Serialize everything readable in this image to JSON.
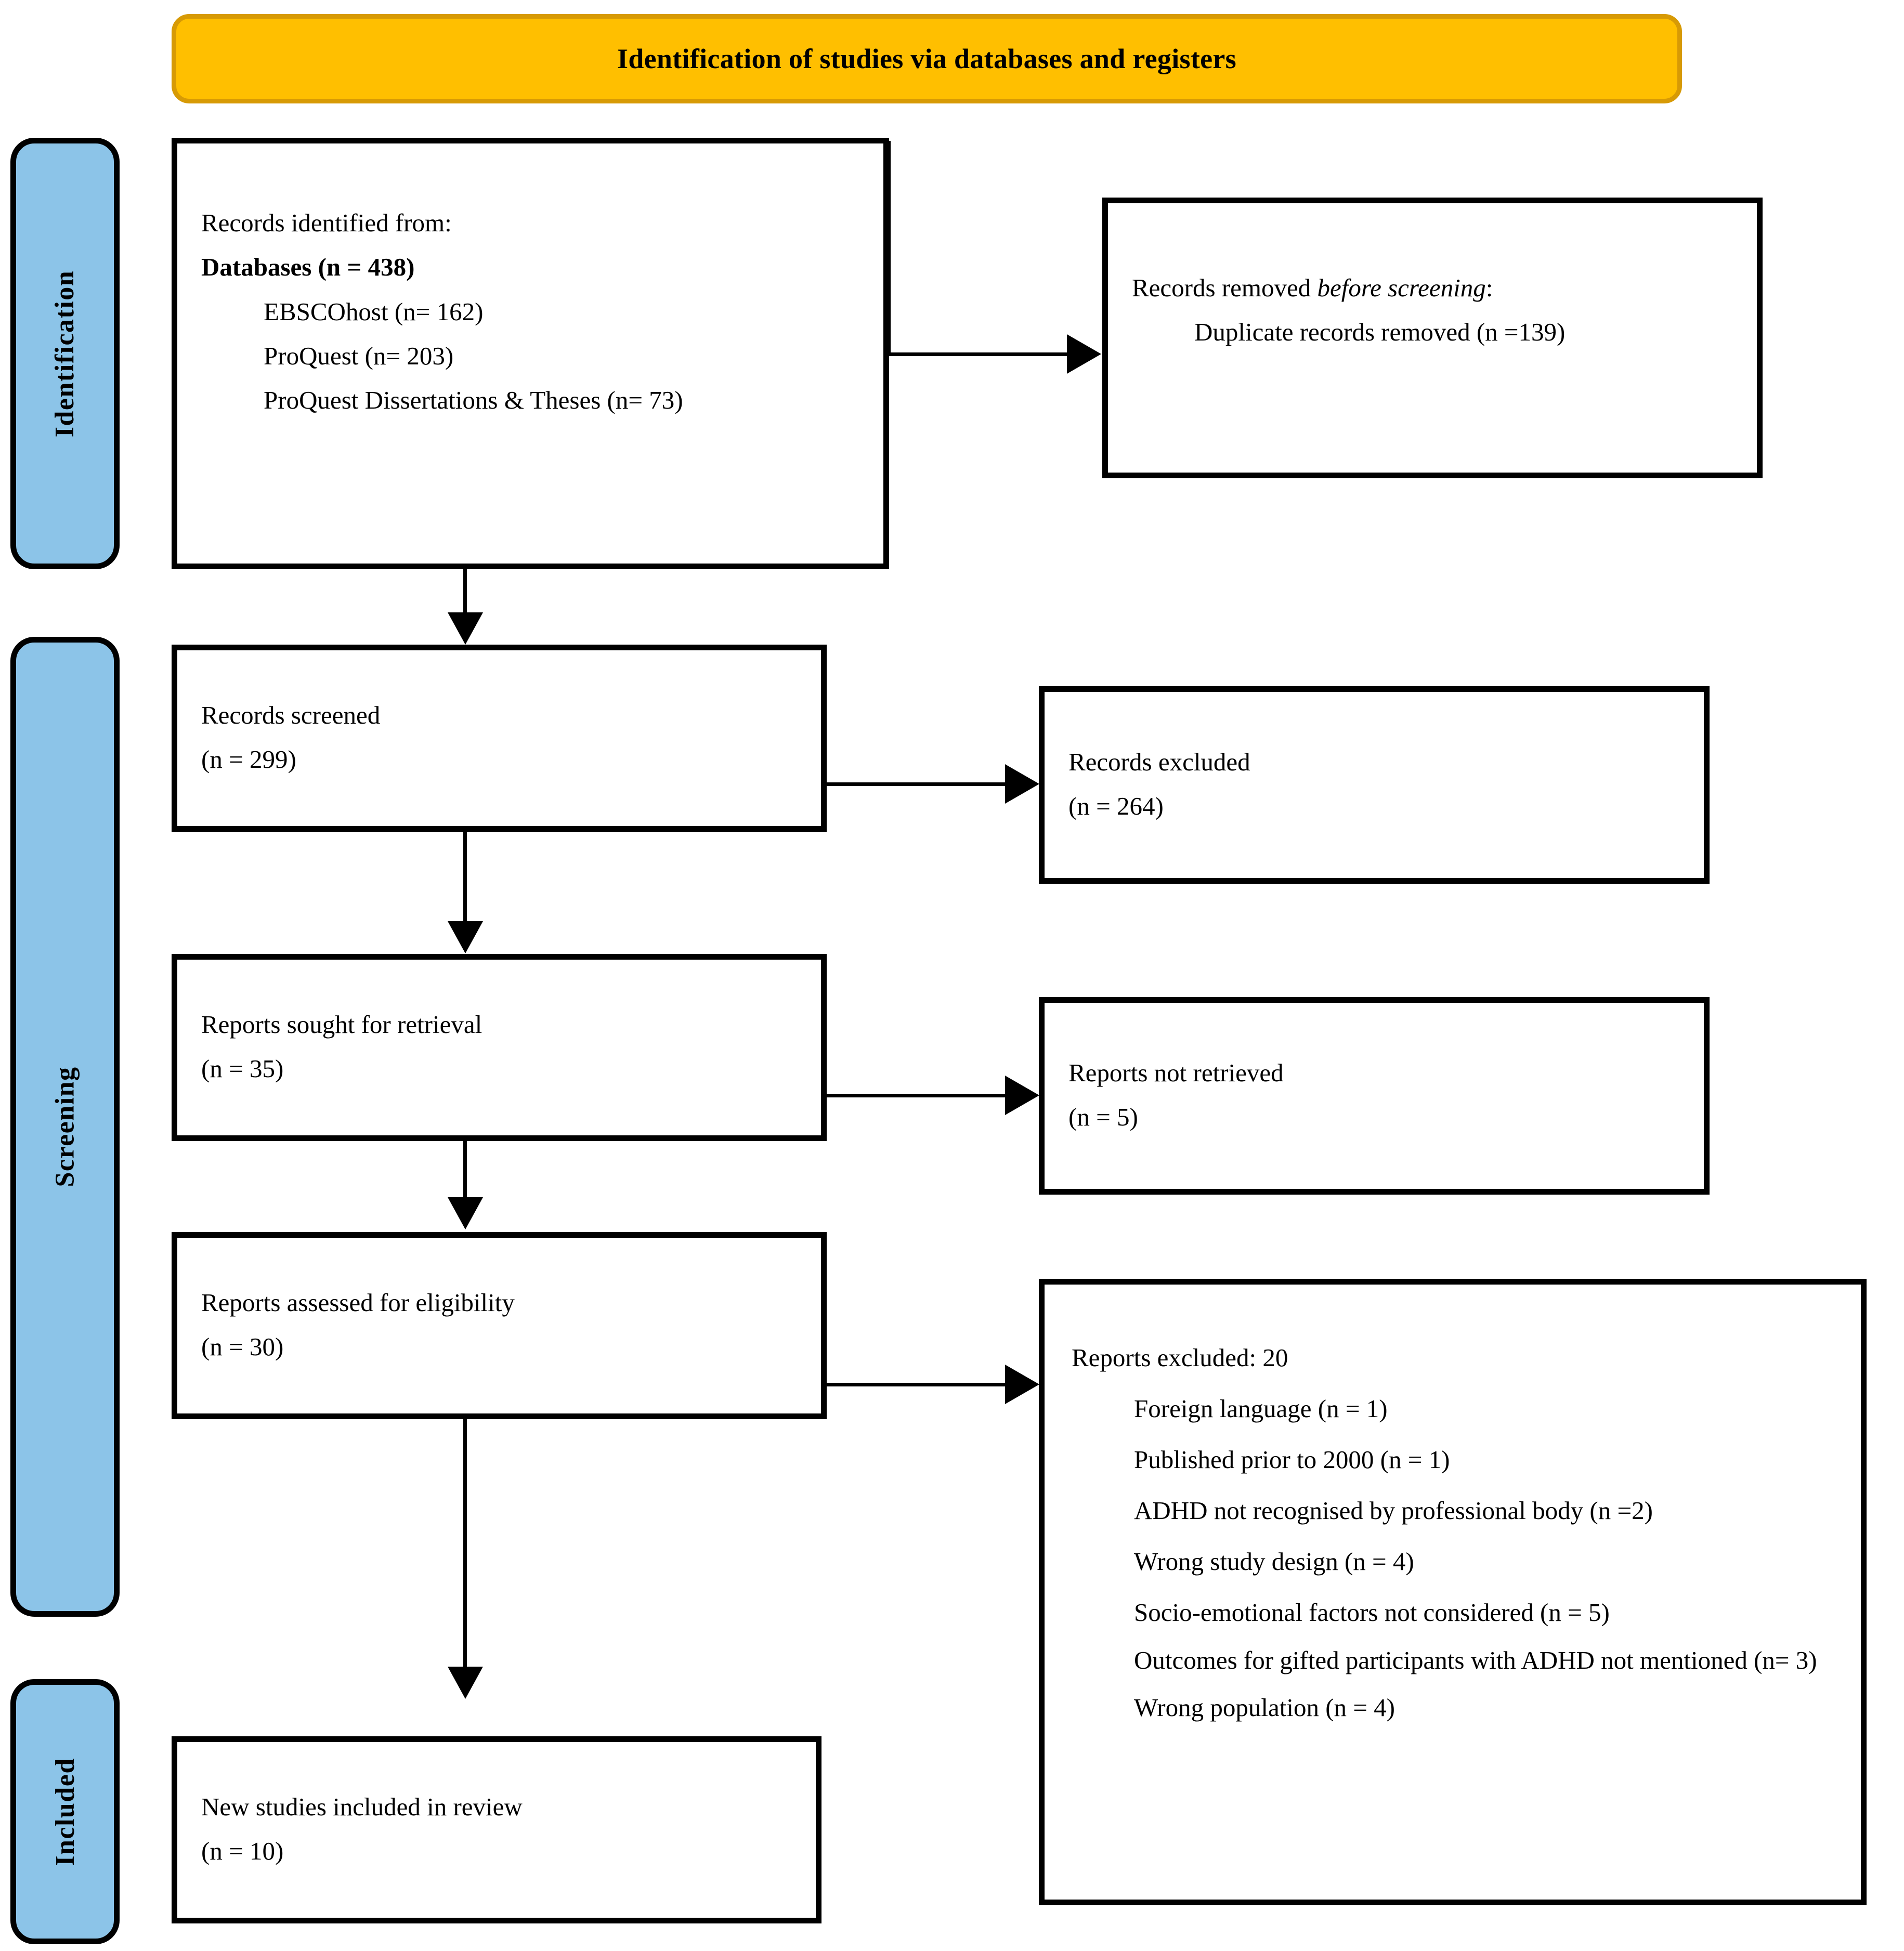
{
  "header": {
    "title": "Identification of studies via databases and registers",
    "fill_color": "#FFBF00",
    "border_color": "#D79A05"
  },
  "stages": {
    "fill_color": "#8CC4E8",
    "items": [
      {
        "label": "Identification"
      },
      {
        "label": "Screening"
      },
      {
        "label": "Included"
      }
    ]
  },
  "boxes": {
    "identified": {
      "lines": [
        "Records identified from:",
        "Databases (n = 438)",
        "EBSCOhost (n= 162)",
        "ProQuest (n= 203)",
        "ProQuest Dissertations & Theses (n= 73)"
      ]
    },
    "removed": {
      "title_prefix": "Records removed ",
      "title_italic": "before screening",
      "title_suffix": ":",
      "detail": "Duplicate records removed (n =139)"
    },
    "screened": {
      "label": "Records screened",
      "count": "(n = 299)"
    },
    "records_excluded": {
      "label": "Records excluded",
      "count": "(n = 264)"
    },
    "sought": {
      "label": "Reports sought for retrieval",
      "count": "(n = 35)"
    },
    "not_retrieved": {
      "label": "Reports not retrieved",
      "count": "(n = 5)"
    },
    "assessed": {
      "label": "Reports assessed for eligibility",
      "count": "(n = 30)"
    },
    "reports_excluded": {
      "heading": "Reports excluded: 20",
      "reasons": [
        "Foreign language (n = 1)",
        "Published prior to 2000 (n = 1)",
        "ADHD not recognised by professional body (n =2)",
        "Wrong study design (n = 4)",
        "Socio-emotional factors not considered (n = 5)",
        "Outcomes for gifted participants with ADHD not mentioned (n= 3)",
        "Wrong population (n = 4)"
      ]
    },
    "included": {
      "label": "New studies included in review",
      "count": "(n = 10)"
    }
  }
}
